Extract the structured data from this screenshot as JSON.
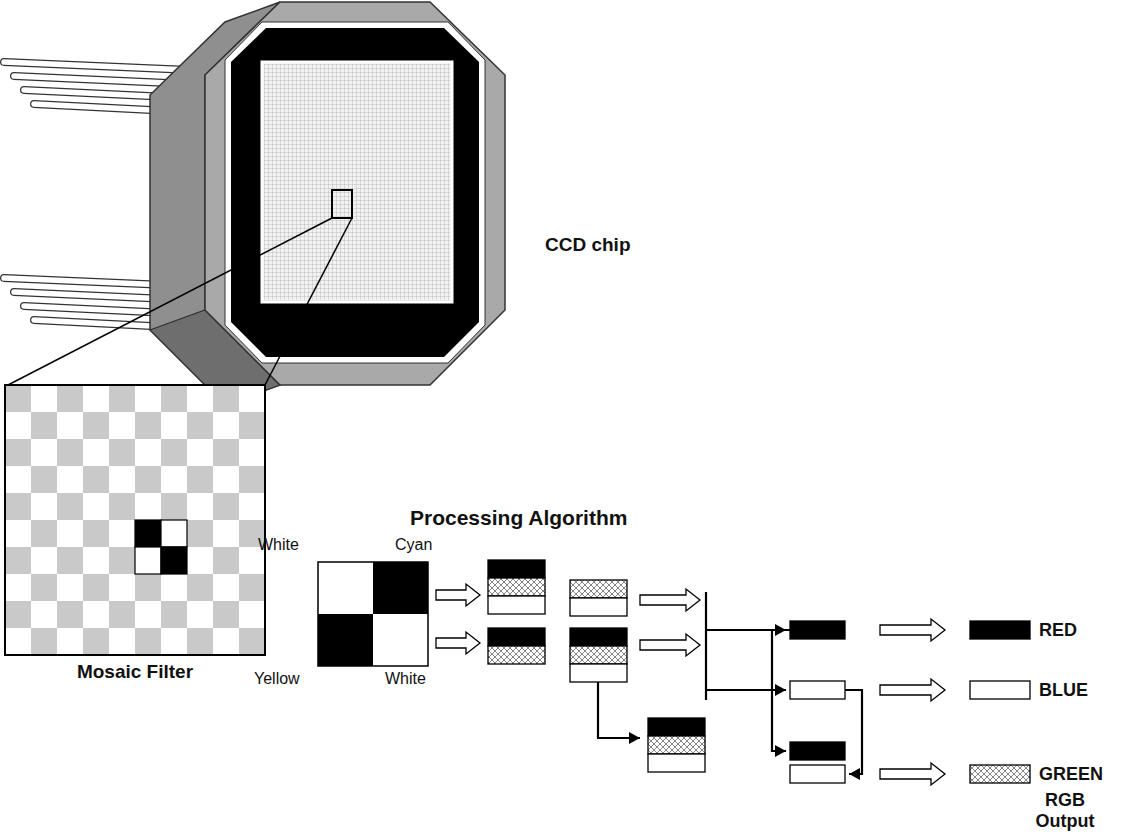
{
  "diagram": {
    "nodes": [
      {
        "text": [
          "Mosaic Filter"
        ]
      },
      {
        "text": [
          "White",
          "Cyan",
          "Yellow",
          "White"
        ]
      },
      {
        "text": [
          "RED"
        ]
      },
      {
        "text": [
          "BLUE"
        ]
      },
      {
        "text": [
          "GREEN"
        ]
      }
    ],
    "labels": [
      "CCD chip",
      "Processing Algorithm",
      "RGB Output"
    ]
  }
}
